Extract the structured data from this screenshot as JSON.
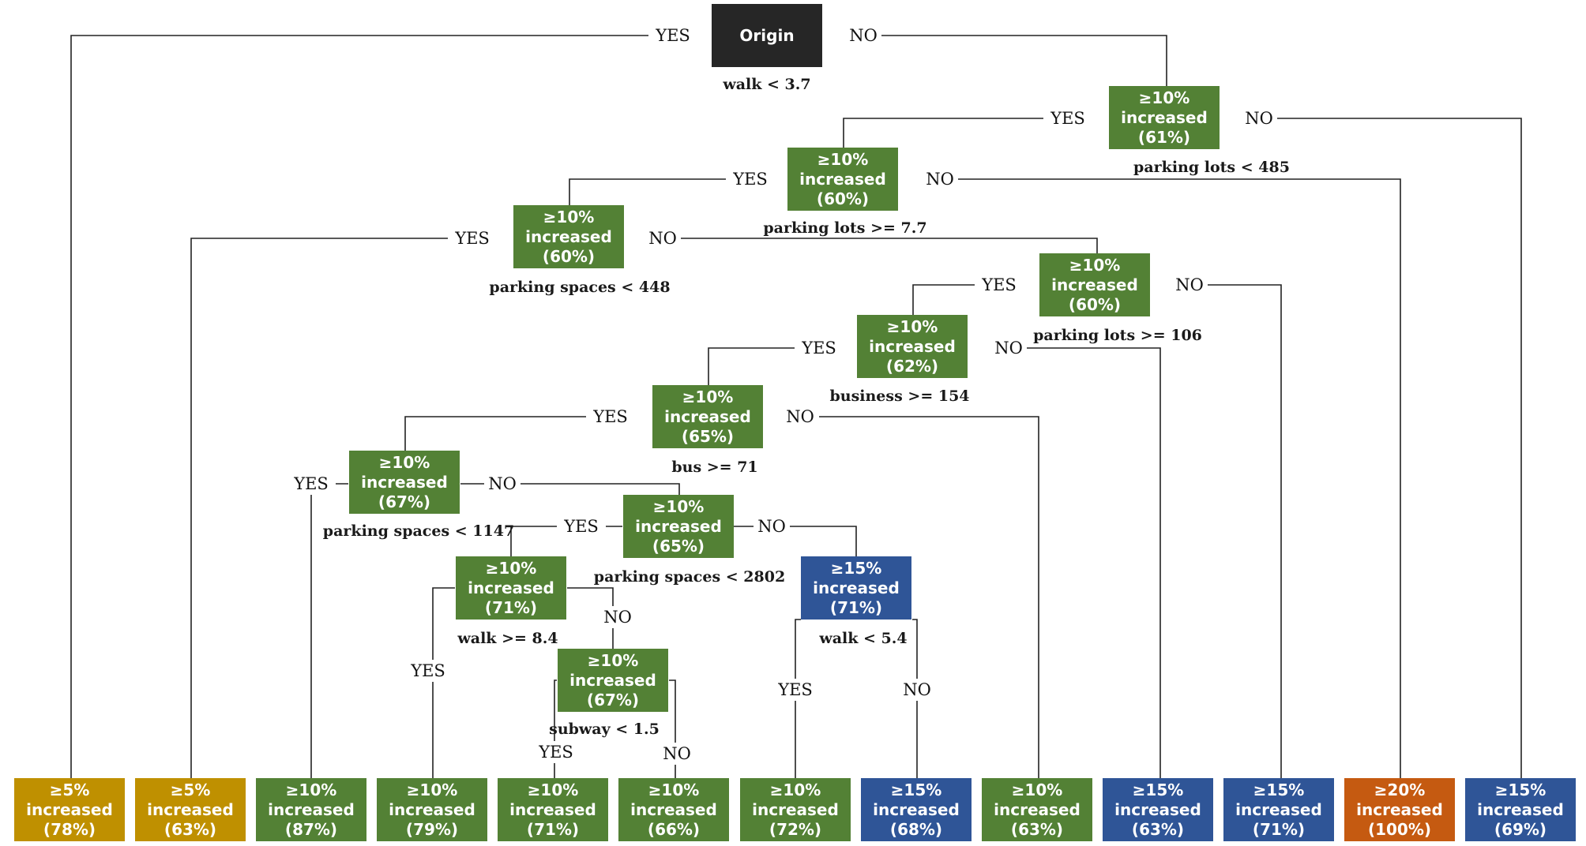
{
  "colors": {
    "green": "#538135",
    "blue": "#2f5597",
    "gold": "#bf9000",
    "orange": "#c55a11",
    "black": "#262626"
  },
  "labels": {
    "yes": "YES",
    "no": "NO"
  },
  "root": {
    "id": "origin",
    "label": "Origin",
    "color": "black",
    "condition": "walk < 3.7"
  },
  "internal_nodes": [
    {
      "id": "n1",
      "lines": [
        "≥10%",
        "increased",
        "(61%)"
      ],
      "color": "green",
      "condition": "parking lots < 485"
    },
    {
      "id": "n2",
      "lines": [
        "≥10%",
        "increased",
        "(60%)"
      ],
      "color": "green",
      "condition": "parking lots >= 7.7"
    },
    {
      "id": "n3",
      "lines": [
        "≥10%",
        "increased",
        "(60%)"
      ],
      "color": "green",
      "condition": "parking spaces < 448"
    },
    {
      "id": "n4",
      "lines": [
        "≥10%",
        "increased",
        "(60%)"
      ],
      "color": "green",
      "condition": "parking lots >= 106"
    },
    {
      "id": "n5",
      "lines": [
        "≥10%",
        "increased",
        "(62%)"
      ],
      "color": "green",
      "condition": "business >= 154"
    },
    {
      "id": "n6",
      "lines": [
        "≥10%",
        "increased",
        "(65%)"
      ],
      "color": "green",
      "condition": "bus >= 71"
    },
    {
      "id": "n7",
      "lines": [
        "≥10%",
        "increased",
        "(67%)"
      ],
      "color": "green",
      "condition": "parking spaces < 1147"
    },
    {
      "id": "n8",
      "lines": [
        "≥10%",
        "increased",
        "(65%)"
      ],
      "color": "green",
      "condition": "parking spaces < 2802"
    },
    {
      "id": "n9",
      "lines": [
        "≥10%",
        "increased",
        "(71%)"
      ],
      "color": "green",
      "condition": "walk >= 8.4"
    },
    {
      "id": "n10",
      "lines": [
        "≥15%",
        "increased",
        "(71%)"
      ],
      "color": "blue",
      "condition": "walk < 5.4"
    },
    {
      "id": "n11",
      "lines": [
        "≥10%",
        "increased",
        "(67%)"
      ],
      "color": "green",
      "condition": "subway < 1.5"
    }
  ],
  "leaves": [
    {
      "id": "L1",
      "lines": [
        "≥5%",
        "increased",
        "(78%)"
      ],
      "color": "gold"
    },
    {
      "id": "L2",
      "lines": [
        "≥5%",
        "increased",
        "(63%)"
      ],
      "color": "gold"
    },
    {
      "id": "L3",
      "lines": [
        "≥10%",
        "increased",
        "(87%)"
      ],
      "color": "green"
    },
    {
      "id": "L4",
      "lines": [
        "≥10%",
        "increased",
        "(79%)"
      ],
      "color": "green"
    },
    {
      "id": "L5",
      "lines": [
        "≥10%",
        "increased",
        "(71%)"
      ],
      "color": "green"
    },
    {
      "id": "L6",
      "lines": [
        "≥10%",
        "increased",
        "(66%)"
      ],
      "color": "green"
    },
    {
      "id": "L7",
      "lines": [
        "≥10%",
        "increased",
        "(72%)"
      ],
      "color": "green"
    },
    {
      "id": "L8",
      "lines": [
        "≥15%",
        "increased",
        "(68%)"
      ],
      "color": "blue"
    },
    {
      "id": "L9",
      "lines": [
        "≥10%",
        "increased",
        "(63%)"
      ],
      "color": "green"
    },
    {
      "id": "L10",
      "lines": [
        "≥15%",
        "increased",
        "(63%)"
      ],
      "color": "blue"
    },
    {
      "id": "L11",
      "lines": [
        "≥15%",
        "increased",
        "(71%)"
      ],
      "color": "blue"
    },
    {
      "id": "L12",
      "lines": [
        "≥20%",
        "increased",
        "(100%)"
      ],
      "color": "orange"
    },
    {
      "id": "L13",
      "lines": [
        "≥15%",
        "increased",
        "(69%)"
      ],
      "color": "blue"
    }
  ]
}
